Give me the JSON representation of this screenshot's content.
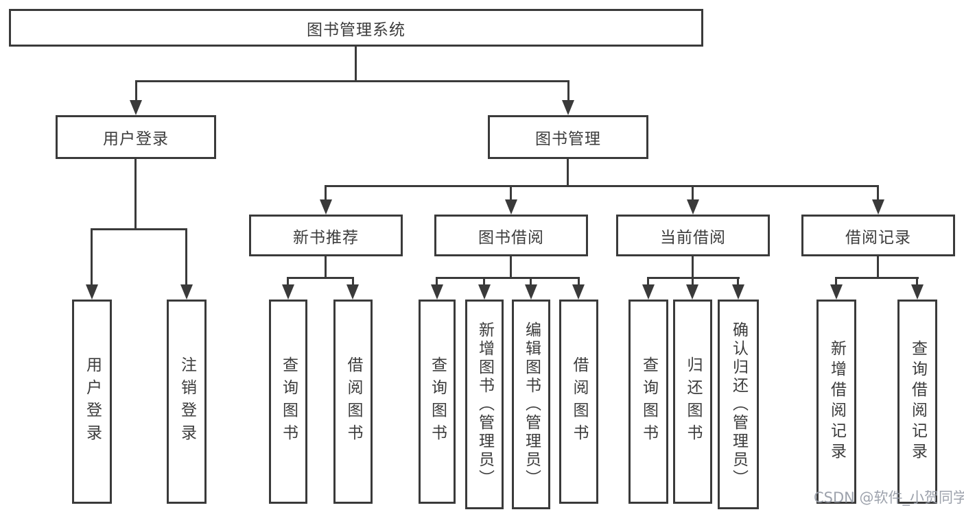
{
  "title_node": "图书管理系统",
  "level1": {
    "user_login": "用户登录",
    "book_management": "图书管理"
  },
  "level2": {
    "new_book_recommend": "新书推荐",
    "book_borrow": "图书借阅",
    "current_borrow": "当前借阅",
    "borrow_records": "借阅记录"
  },
  "leaves": {
    "user_login": [
      "用户登录",
      "注销登录"
    ],
    "new_book_recommend": [
      "查询图书",
      "借阅图书"
    ],
    "book_borrow": [
      "查询图书",
      "新增图书（管理员）",
      "编辑图书（管理员）",
      "借阅图书"
    ],
    "current_borrow": [
      "查询图书",
      "归还图书",
      "确认归还（管理员）"
    ],
    "borrow_records": [
      "新增借阅记录",
      "查询借阅记录"
    ]
  },
  "watermark": "CSDN @软件_小贺同学",
  "colors": {
    "line": "#3a3a3a",
    "text": "#3c3c3c",
    "background": "#ffffff",
    "watermark": "#989da8"
  }
}
